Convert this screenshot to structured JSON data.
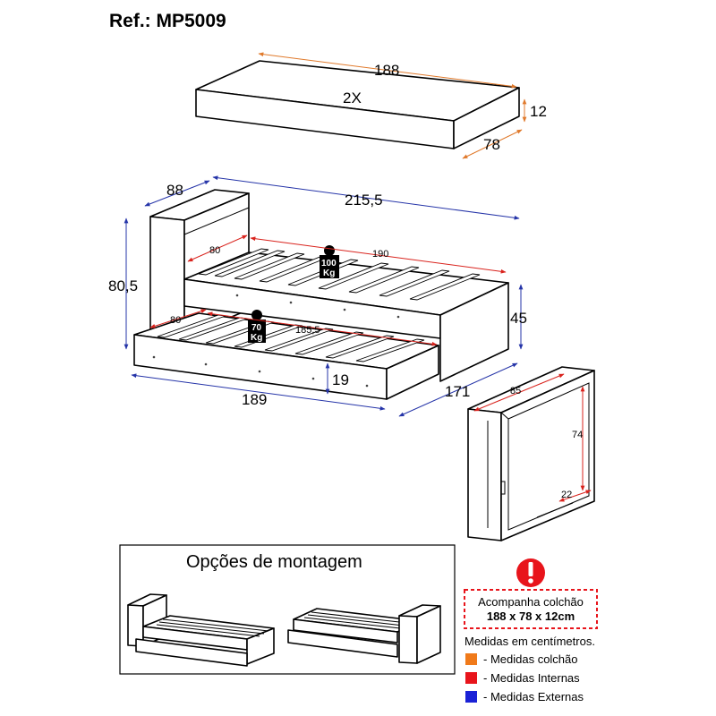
{
  "title": "Ref.: MP5009",
  "mattress": {
    "length": "188",
    "count": "2X",
    "height": "12",
    "width": "78"
  },
  "bed": {
    "depth_ext": "88",
    "length_ext": "215,5",
    "height_ext": "80,5",
    "upper_width_int": "80",
    "upper_length_int": "190",
    "upper_load_value": "100",
    "upper_load_unit": "Kg",
    "lower_width_int": "80",
    "lower_length_int": "185,5",
    "lower_load_value": "70",
    "lower_load_unit": "Kg",
    "side_height_ext": "45",
    "trundle_height": "19",
    "trundle_length_ext": "189",
    "trundle_extended_ext": "171"
  },
  "cabinet": {
    "width_int": "85",
    "height_int": "74",
    "depth_int": "22"
  },
  "assembly": {
    "title": "Opções de montagem"
  },
  "notes": {
    "mattress_included_line1": "Acompanha colchão",
    "mattress_included_line2": "188 x 78 x 12cm",
    "units": "Medidas em centímetros.",
    "legend": [
      {
        "label": "- Medidas colchão",
        "color": "#f07a1a"
      },
      {
        "label": "- Medidas Internas",
        "color": "#e8141b"
      },
      {
        "label": "- Medidas Externas",
        "color": "#1a21d6"
      }
    ],
    "warning_color": "#e8141b"
  }
}
